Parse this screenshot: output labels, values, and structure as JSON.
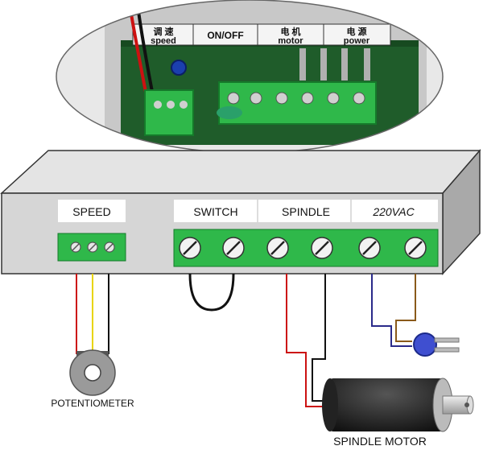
{
  "photo_strip": {
    "cells": [
      {
        "cn": "调 速",
        "en": "speed"
      },
      {
        "cn": "",
        "en": "ON/OFF"
      },
      {
        "cn": "电 机",
        "en": "motor"
      },
      {
        "cn": "电 源",
        "en": "power"
      }
    ]
  },
  "panel": {
    "speed_label": "SPEED",
    "switch_label": "SWITCH",
    "spindle_label": "SPINDLE",
    "power_label": "220VAC"
  },
  "components": {
    "potentiometer_label": "POTENTIOMETER",
    "spindle_motor_label": "SPINDLE MOTOR"
  },
  "colors": {
    "terminal_green": "#2fb84a",
    "wire_red": "#cc1111",
    "wire_yellow": "#e8d400",
    "wire_black": "#111111",
    "wire_blue": "#2a2a8a",
    "wire_brown": "#8a5a1a",
    "box_grey": "#d9d9d9"
  }
}
